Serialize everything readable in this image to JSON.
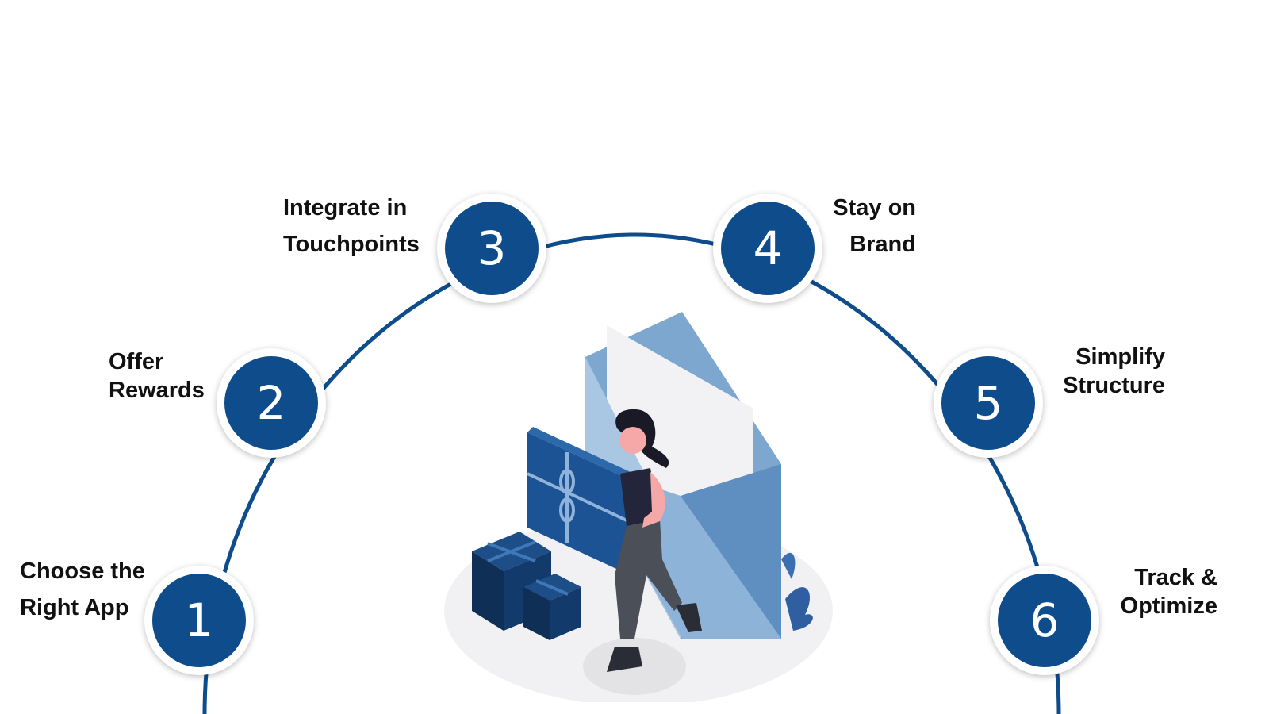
{
  "steps": [
    {
      "number": "1",
      "label_lines": [
        "Choose the",
        "Right App"
      ]
    },
    {
      "number": "2",
      "label_lines": [
        "Offer",
        "Rewards"
      ]
    },
    {
      "number": "3",
      "label_lines": [
        "Integrate in",
        "Touchpoints"
      ]
    },
    {
      "number": "4",
      "label_lines": [
        "Stay on",
        "Brand"
      ]
    },
    {
      "number": "5",
      "label_lines": [
        "Simplify",
        "Structure"
      ]
    },
    {
      "number": "6",
      "label_lines": [
        "Track &",
        "Optimize"
      ]
    }
  ],
  "colors": {
    "primary": "#0e4c8c",
    "arc": "#0e4c8c",
    "envelope": "#7ea7cf",
    "envelope_dark": "#4f7fb3",
    "gift": "#123a6b"
  },
  "illustration": {
    "icon": "gift-card-woman-illustration"
  }
}
